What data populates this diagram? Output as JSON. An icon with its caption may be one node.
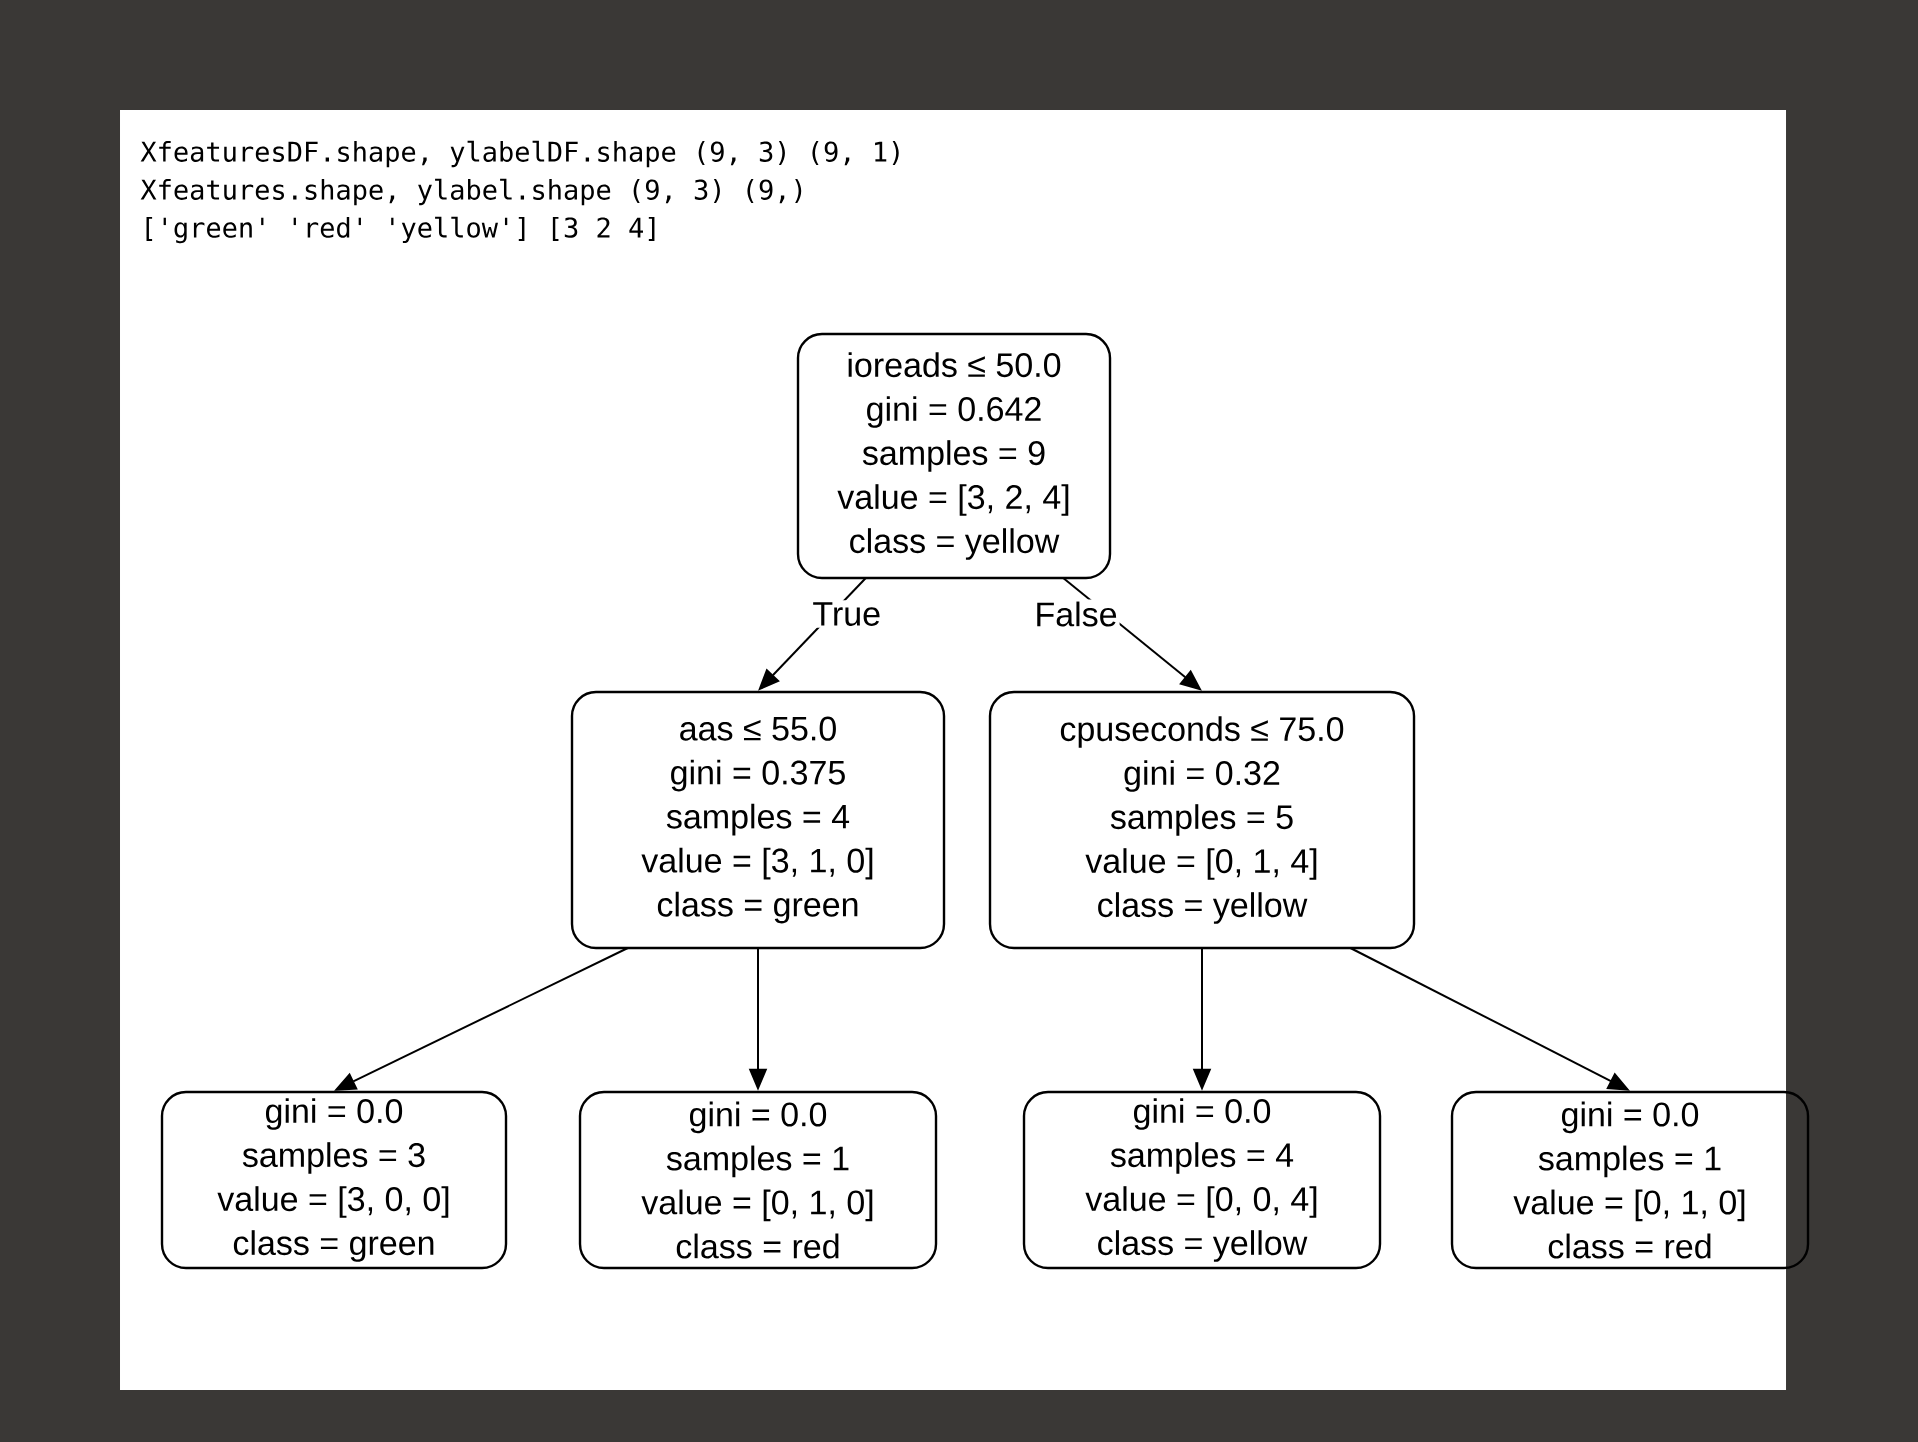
{
  "diagram": {
    "nodes": [
      {
        "text": [
          "ioreads ≤ 50.0",
          "gini = 0.642",
          "samples = 9",
          "value = [3, 2, 4]",
          "class = yellow"
        ]
      },
      {
        "text": [
          "aas ≤ 55.0",
          "gini = 0.375",
          "samples = 4",
          "value = [3, 1, 0]",
          "class = green"
        ]
      },
      {
        "text": [
          "cpuseconds ≤ 75.0",
          "gini = 0.32",
          "samples = 5",
          "value = [0, 1, 4]",
          "class = yellow"
        ]
      },
      {
        "text": [
          "gini = 0.0",
          "samples = 3",
          "value = [3, 0, 0]",
          "class = green"
        ]
      },
      {
        "text": [
          "gini = 0.0",
          "samples = 1",
          "value = [0, 1, 0]",
          "class = red"
        ]
      },
      {
        "text": [
          "gini = 0.0",
          "samples = 4",
          "value = [0, 0, 4]",
          "class = yellow"
        ]
      },
      {
        "text": [
          "gini = 0.0",
          "samples = 1",
          "value = [0, 1, 0]",
          "class = red"
        ]
      }
    ],
    "edges": [
      {
        "from": 0,
        "to": 1,
        "arrow": "to",
        "label": "True"
      },
      {
        "from": 0,
        "to": 2,
        "arrow": "to",
        "label": "False"
      },
      {
        "from": 1,
        "to": 3,
        "arrow": "to"
      },
      {
        "from": 1,
        "to": 4,
        "arrow": "to"
      },
      {
        "from": 2,
        "to": 5,
        "arrow": "to"
      },
      {
        "from": 2,
        "to": 6,
        "arrow": "to"
      }
    ],
    "labels": [
      "XfeaturesDF.shape, ylabelDF.shape (9, 3) (9, 1)",
      "Xfeatures.shape, ylabel.shape     (9, 3) (9,)",
      "['green' 'red' 'yellow'] [3 2 4]"
    ]
  }
}
